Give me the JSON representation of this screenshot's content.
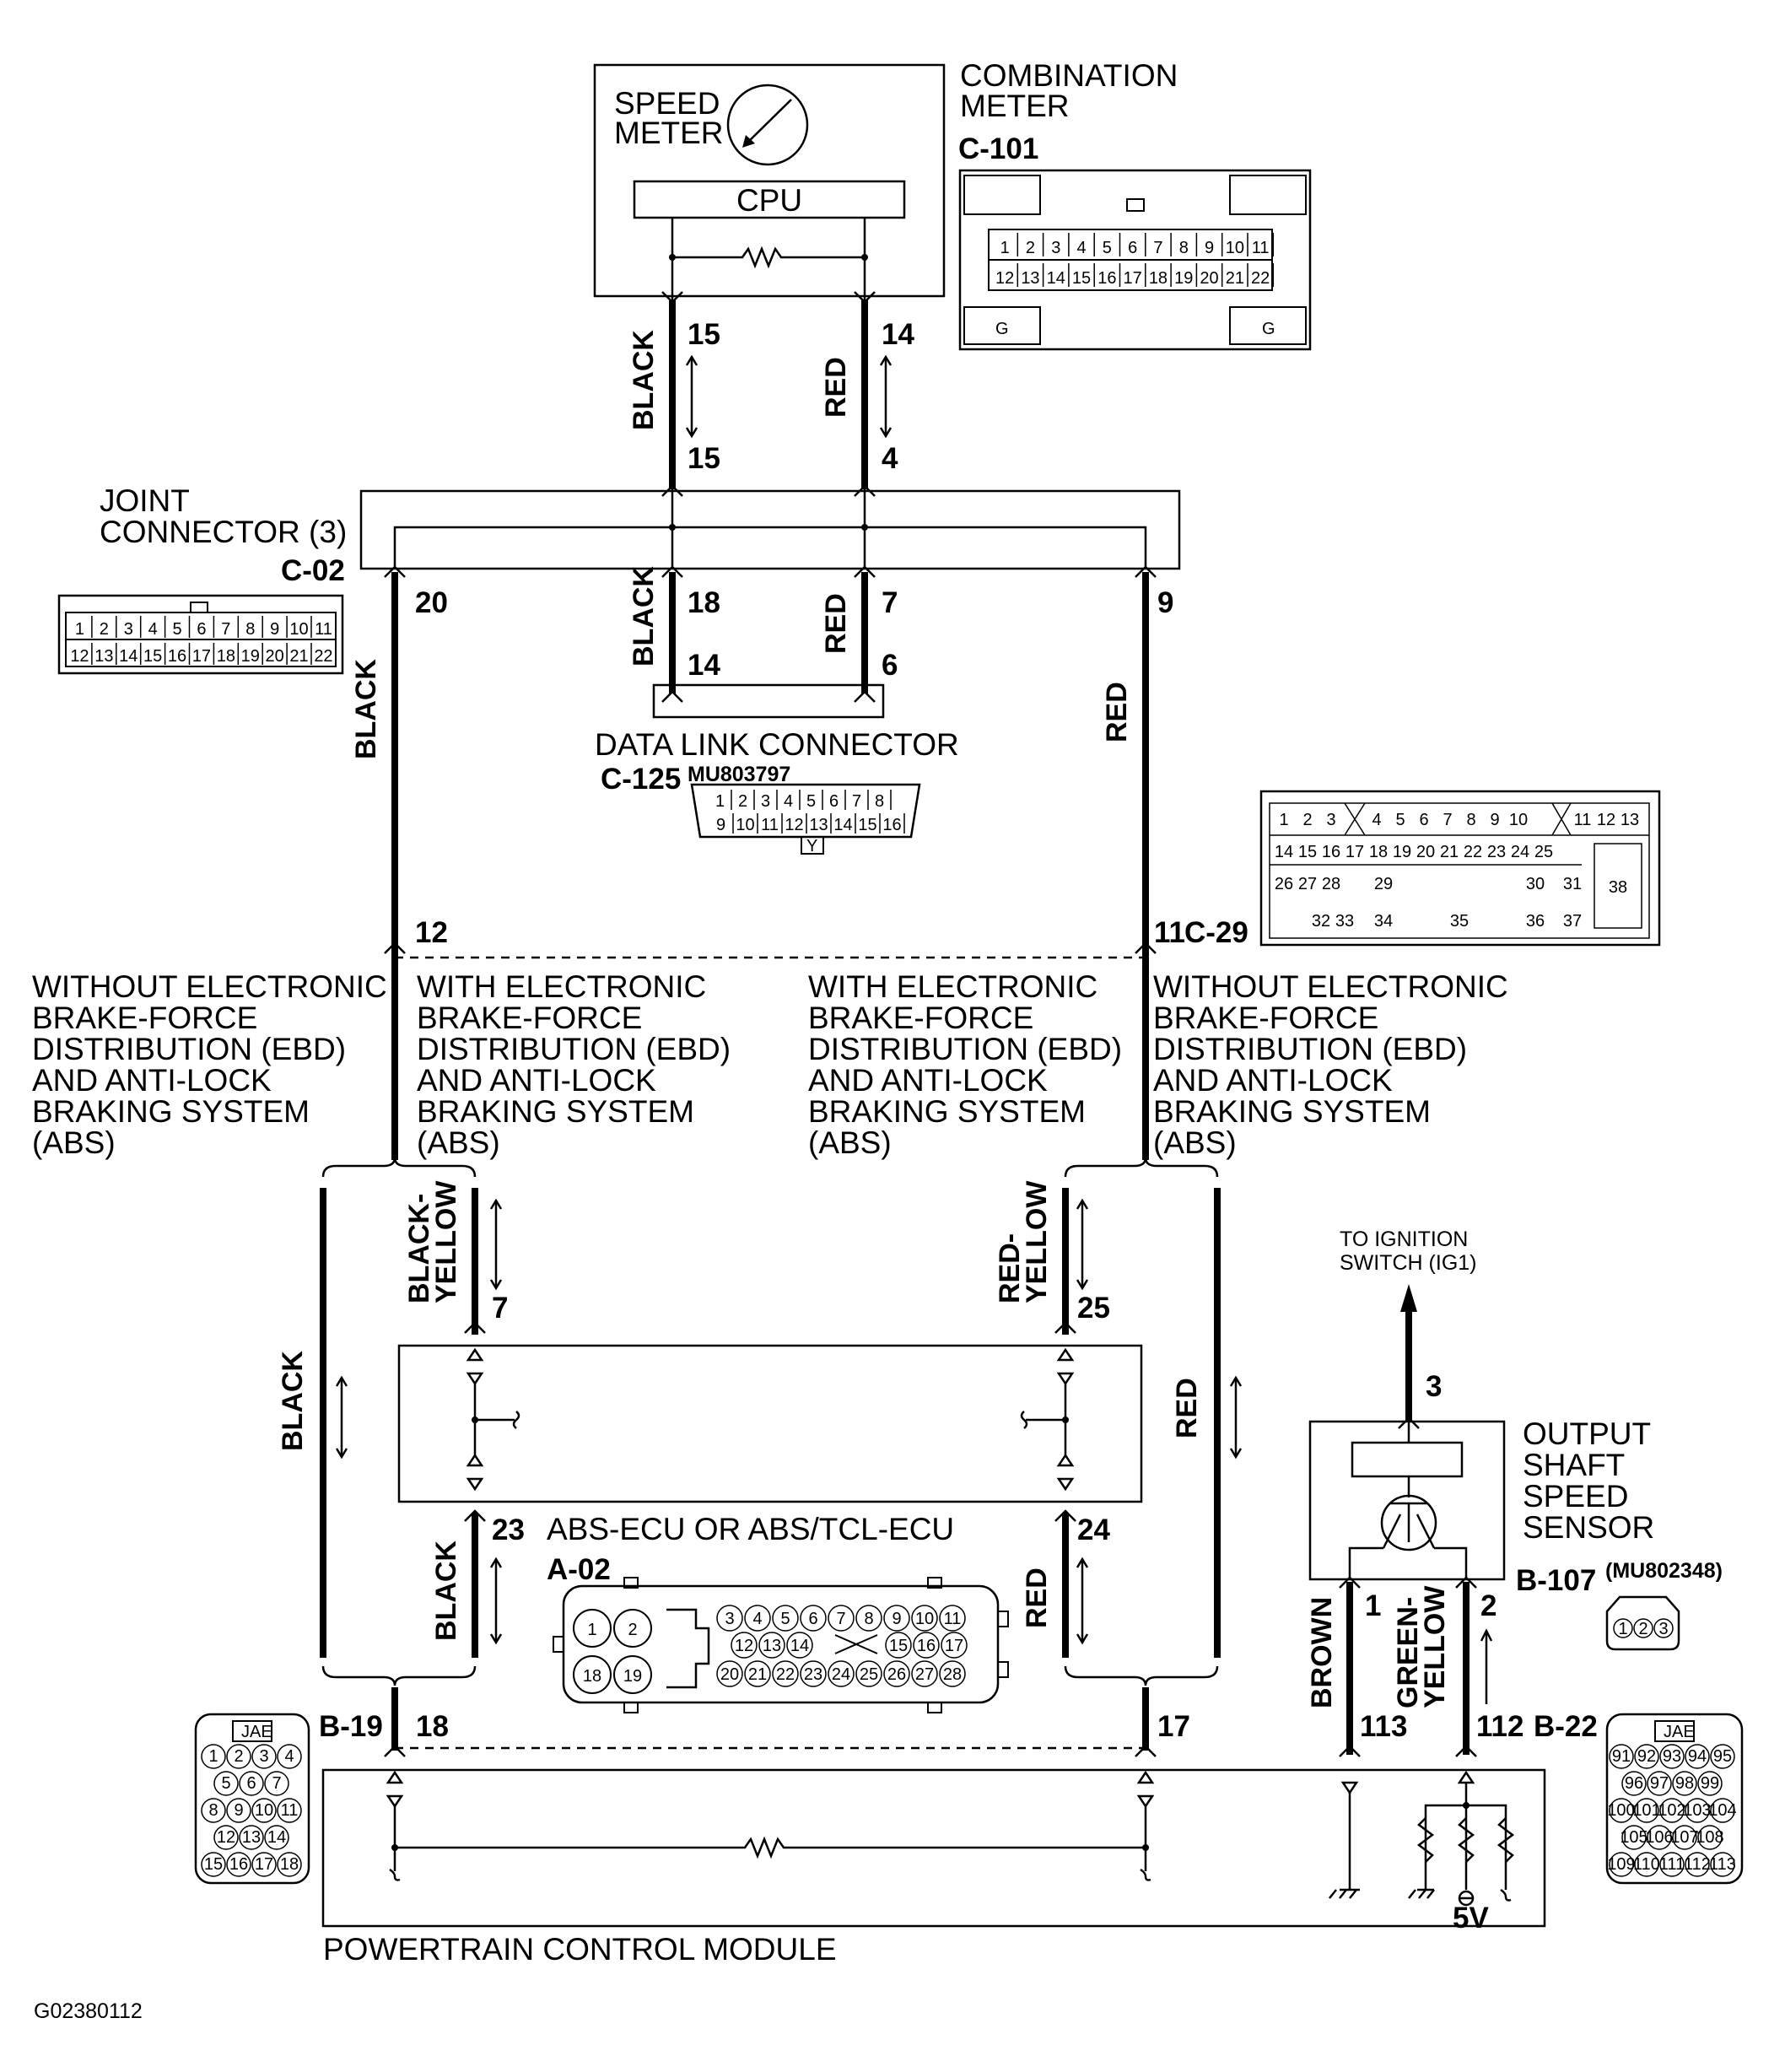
{
  "figure_id": "G02380112",
  "components": {
    "combination_meter": {
      "title_line1": "COMBINATION",
      "title_line2": "METER",
      "connector": "C-101",
      "speed_meter_line1": "SPEED",
      "speed_meter_line2": "METER",
      "cpu": "CPU",
      "pins_top": [
        "1",
        "2",
        "3",
        "4",
        "5",
        "6",
        "7",
        "8",
        "9",
        "10",
        "11"
      ],
      "pins_bottom": [
        "12",
        "13",
        "14",
        "15",
        "16",
        "17",
        "18",
        "19",
        "20",
        "21",
        "22"
      ],
      "mark": "G"
    },
    "joint_connector": {
      "title_line1": "JOINT",
      "title_line2": "CONNECTOR (3)",
      "connector": "C-02",
      "pins_top": [
        "1",
        "2",
        "3",
        "4",
        "5",
        "6",
        "7",
        "8",
        "9",
        "10",
        "11"
      ],
      "pins_bottom": [
        "12",
        "13",
        "14",
        "15",
        "16",
        "17",
        "18",
        "19",
        "20",
        "21",
        "22"
      ]
    },
    "data_link_connector": {
      "title": "DATA LINK CONNECTOR",
      "connector": "C-125",
      "part_no": "MU803797",
      "pins_top": [
        "1",
        "2",
        "3",
        "4",
        "5",
        "6",
        "7",
        "8"
      ],
      "pins_bottom": [
        "9",
        "10",
        "11",
        "12",
        "13",
        "14",
        "15",
        "16"
      ],
      "mark": "Y"
    },
    "c29": {
      "connector": "C-29",
      "row1": [
        "1",
        "2",
        "3",
        "4",
        "5",
        "6",
        "7",
        "8",
        "9",
        "10",
        "11",
        "12",
        "13"
      ],
      "row2": [
        "14",
        "15",
        "16",
        "17",
        "18",
        "19",
        "20",
        "21",
        "22",
        "23",
        "24",
        "25"
      ],
      "row3": [
        "26",
        "27",
        "28",
        "29",
        "30",
        "31"
      ],
      "row4": [
        "32",
        "33",
        "34",
        "35",
        "36",
        "37"
      ],
      "big": "38"
    },
    "abs_ecu": {
      "title": "ABS-ECU OR ABS/TCL-ECU",
      "connector": "A-02",
      "big_pins": [
        "1",
        "2",
        "18",
        "19"
      ],
      "row1": [
        "3",
        "4",
        "5",
        "6",
        "7",
        "8",
        "9",
        "10",
        "11"
      ],
      "row2": [
        "12",
        "13",
        "14",
        "15",
        "16",
        "17"
      ],
      "row3": [
        "20",
        "21",
        "22",
        "23",
        "24",
        "25",
        "26",
        "27",
        "28"
      ]
    },
    "output_shaft_sensor": {
      "title_line1": "OUTPUT",
      "title_line2": "SHAFT",
      "title_line3": "SPEED",
      "title_line4": "SENSOR",
      "connector": "B-107",
      "part_no": "(MU802348)",
      "pins": [
        "1",
        "2",
        "3"
      ],
      "to_ignition_line1": "TO IGNITION",
      "to_ignition_line2": "SWITCH (IG1)"
    },
    "pcm": {
      "title": "POWERTRAIN CONTROL MODULE",
      "connector_left": "B-19",
      "connector_right": "B-22",
      "tag": "JAE",
      "b19_rows": [
        [
          "1",
          "2",
          "3",
          "4"
        ],
        [
          "5",
          "6",
          "7"
        ],
        [
          "8",
          "9",
          "10",
          "11"
        ],
        [
          "12",
          "13",
          "14"
        ],
        [
          "15",
          "16",
          "17",
          "18"
        ]
      ],
      "b22_rows": [
        [
          "91",
          "92",
          "93",
          "94",
          "95"
        ],
        [
          "96",
          "97",
          "98",
          "99"
        ],
        [
          "100",
          "101",
          "102",
          "103",
          "104"
        ],
        [
          "105",
          "106",
          "107",
          "108"
        ],
        [
          "109",
          "110",
          "111",
          "112",
          "113"
        ]
      ],
      "voltage": "5V"
    }
  },
  "notes": {
    "without_left": [
      "WITHOUT ELECTRONIC",
      "BRAKE-FORCE",
      "DISTRIBUTION (EBD)",
      "AND ANTI-LOCK",
      "BRAKING SYSTEM",
      "(ABS)"
    ],
    "with_left": [
      "WITH ELECTRONIC",
      "BRAKE-FORCE",
      "DISTRIBUTION (EBD)",
      "AND ANTI-LOCK",
      "BRAKING SYSTEM",
      "(ABS)"
    ],
    "with_right": [
      "WITH ELECTRONIC",
      "BRAKE-FORCE",
      "DISTRIBUTION (EBD)",
      "AND ANTI-LOCK",
      "BRAKING SYSTEM",
      "(ABS)"
    ],
    "without_right": [
      "WITHOUT ELECTRONIC",
      "BRAKE-FORCE",
      "DISTRIBUTION (EBD)",
      "AND ANTI-LOCK",
      "BRAKING SYSTEM",
      "(ABS)"
    ]
  },
  "wires": {
    "meter_left_color": "BLACK",
    "meter_left_top": "15",
    "meter_left_bottom": "15",
    "meter_right_color": "RED",
    "meter_right_top": "14",
    "meter_right_bottom": "4",
    "jc_left_pin": "20",
    "jc_black_pin": "18",
    "jc_red_pin": "7",
    "jc_right_pin": "9",
    "dlc_black_color": "BLACK",
    "dlc_black_pin": "14",
    "dlc_red_color": "RED",
    "dlc_red_pin": "6",
    "main_left_color": "BLACK",
    "main_right_color": "RED",
    "c29_left_pin": "12",
    "c29_right_pin": "11",
    "abs_in_left_color": "BLACK-\nYELLOW",
    "abs_in_left_l1": "BLACK-",
    "abs_in_left_l2": "YELLOW",
    "abs_in_left_pin": "7",
    "abs_in_right_l1": "RED-",
    "abs_in_right_l2": "YELLOW",
    "abs_in_right_pin": "25",
    "abs_out_left_color": "BLACK",
    "abs_out_left_pin": "23",
    "abs_out_right_color": "RED",
    "abs_out_right_pin": "24",
    "bypass_left_color": "BLACK",
    "bypass_right_color": "RED",
    "pcm_left_pin": "18",
    "pcm_right_pin": "17",
    "sensor_ign_pin": "3",
    "sensor_pin1": "1",
    "sensor_pin2": "2",
    "sensor_brown": "BROWN",
    "sensor_gy_l1": "GREEN-",
    "sensor_gy_l2": "YELLOW",
    "pcm_pin113": "113",
    "pcm_pin112": "112"
  }
}
